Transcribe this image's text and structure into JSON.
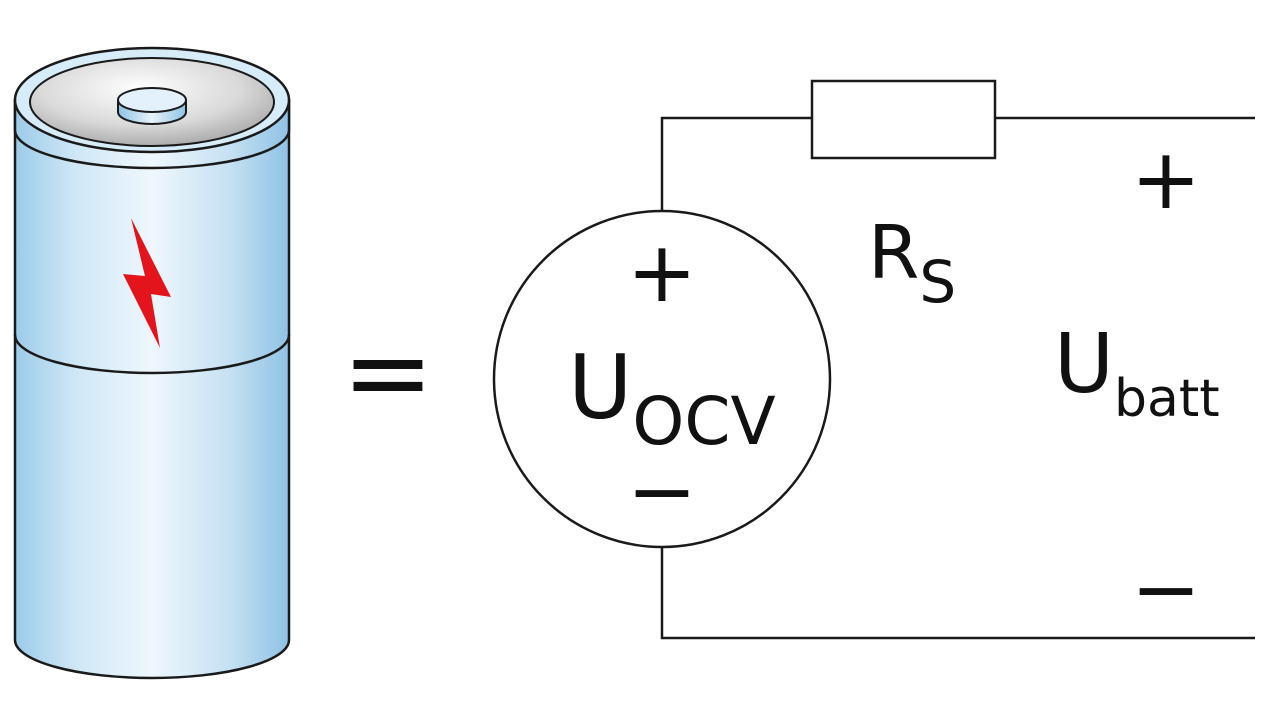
{
  "diagram": {
    "equals_sign": "=",
    "source": {
      "main": "U",
      "sub": "OCV",
      "plus": "+",
      "minus": "−"
    },
    "resistor": {
      "main": "R",
      "sub": "S"
    },
    "output": {
      "main": "U",
      "sub": "batt",
      "plus": "+",
      "minus": "−"
    }
  },
  "colors": {
    "line": "#1a1a1a",
    "battery_body": "#bfe0f4",
    "battery_top": "#cfcfcf",
    "bolt": "#e3141c"
  },
  "icons": {
    "battery": "battery-cell-icon",
    "bolt": "lightning-bolt-icon"
  }
}
